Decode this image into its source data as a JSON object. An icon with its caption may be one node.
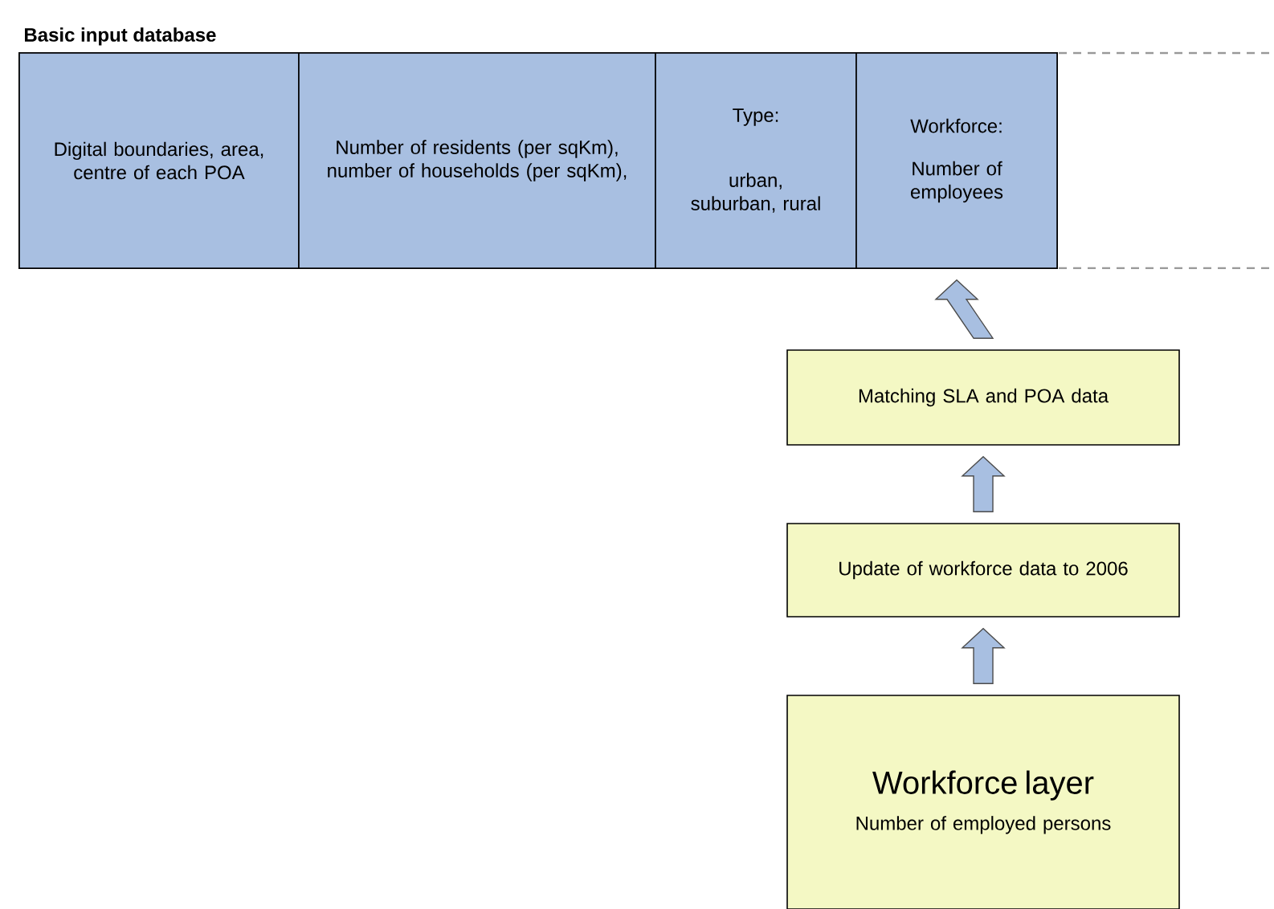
{
  "diagram": {
    "nodes": [
      {
        "text": [
          "Basic input database"
        ]
      },
      {
        "text": [
          "Digital boundaries, area, centre of each POA"
        ],
        "in": 0
      },
      {
        "text": [
          "Number of residents (per sqKm), number of households (per sqKm),"
        ],
        "in": 0
      },
      {
        "text": [
          "Type:",
          "urban, suburban, rural"
        ],
        "in": 0
      },
      {
        "text": [
          "Workforce:",
          "Number of employees"
        ],
        "in": 0
      },
      {
        "text": [
          "Matching SLA and POA data"
        ]
      },
      {
        "text": [
          "Update of workforce data to 2006"
        ]
      },
      {
        "text": [
          "Workforce layer",
          "Number of employed persons"
        ]
      }
    ],
    "edges": [
      {
        "from": 5,
        "to": 4,
        "arrow": "to"
      },
      {
        "from": 6,
        "to": 5,
        "arrow": "to"
      },
      {
        "from": 7,
        "to": 6,
        "arrow": "to"
      }
    ]
  }
}
